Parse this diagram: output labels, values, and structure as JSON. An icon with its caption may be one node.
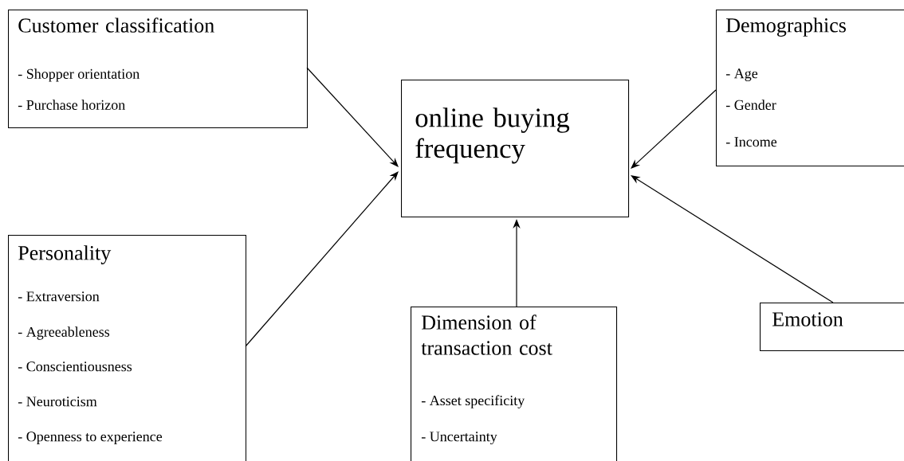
{
  "diagram": {
    "nodes": [
      {
        "text": [
          "Customer classification",
          "- Shopper orientation",
          "- Purchase horizon"
        ]
      },
      {
        "text": [
          "online buying frequency"
        ]
      },
      {
        "text": [
          "Demographics",
          "- Age",
          "- Gender",
          "- Income"
        ]
      },
      {
        "text": [
          "Personality",
          "- Extraversion",
          "- Agreeableness",
          "- Conscientiousness",
          "- Neuroticism",
          "- Openness to experience"
        ]
      },
      {
        "text": [
          "Dimension of transaction cost",
          "- Asset specificity",
          "- Uncertainty"
        ]
      },
      {
        "text": [
          "Emotion"
        ]
      }
    ],
    "edges": [
      {
        "from": 0,
        "to": 1,
        "arrow": "to"
      },
      {
        "from": 3,
        "to": 1,
        "arrow": "to"
      },
      {
        "from": 4,
        "to": 1,
        "arrow": "to"
      },
      {
        "from": 2,
        "to": 1,
        "arrow": "to"
      },
      {
        "from": 5,
        "to": 1,
        "arrow": "to"
      }
    ]
  }
}
